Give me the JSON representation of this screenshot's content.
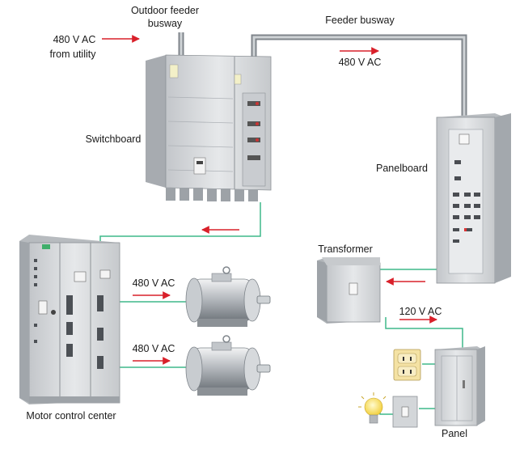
{
  "labels": {
    "outdoor_feeder_line1": "Outdoor feeder",
    "outdoor_feeder_line2": "busway",
    "utility_line1": "480 V AC",
    "utility_line2": "from utility",
    "feeder_busway": "Feeder busway",
    "busway_voltage": "480 V AC",
    "switchboard": "Switchboard",
    "panelboard": "Panelboard",
    "transformer": "Transformer",
    "motor1_voltage": "480 V AC",
    "motor2_voltage": "480 V AC",
    "transformer_output": "120 V AC",
    "mcc": "Motor control center",
    "panel": "Panel"
  },
  "colors": {
    "wire": "#3fb88a",
    "arrow": "#d9202a",
    "cabinet": "#d7d9dc",
    "cabinet_dark": "#9ea3a8",
    "busway": "#a9aeb3"
  }
}
